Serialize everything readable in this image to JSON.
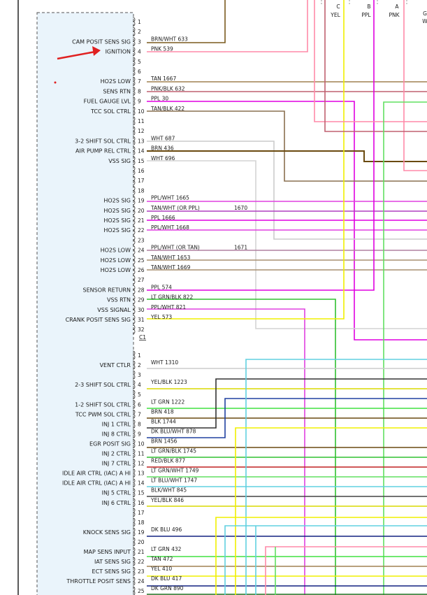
{
  "connector_top": {
    "label": "C1",
    "rows": [
      {
        "pin": "1",
        "name": "",
        "wire": ""
      },
      {
        "pin": "2",
        "name": "",
        "wire": ""
      },
      {
        "pin": "3",
        "name": "CAM POSIT SENS SIG",
        "wire": "BRN/WHT  633",
        "color": "#7a5a1e"
      },
      {
        "pin": "4",
        "name": "IGNITION",
        "wire": "PNK  539",
        "color": "#ff7f9f"
      },
      {
        "pin": "5",
        "name": "",
        "wire": ""
      },
      {
        "pin": "6",
        "name": "",
        "wire": ""
      },
      {
        "pin": "7",
        "name": "HO2S LOW",
        "wire": "TAN  1667",
        "color": "#a08050"
      },
      {
        "pin": "8",
        "name": "SENS RTN",
        "wire": "PNK/BLK   632",
        "color": "#c06070"
      },
      {
        "pin": "9",
        "name": "FUEL GAUGE LVL",
        "wire": "PPL    30",
        "color": "#e000e0"
      },
      {
        "pin": "10",
        "name": "TCC SOL CTRL",
        "wire": "TAN/BLK   422",
        "color": "#8a7050"
      },
      {
        "pin": "11",
        "name": "",
        "wire": ""
      },
      {
        "pin": "12",
        "name": "",
        "wire": ""
      },
      {
        "pin": "13",
        "name": "3-2 SHIFT SOL CTRL",
        "wire": "WHT  687",
        "color": "#c8c8c8"
      },
      {
        "pin": "14",
        "name": "AIR PUMP REL CTRL",
        "wire": "BRN  436",
        "color": "#6a4a10"
      },
      {
        "pin": "15",
        "name": "VSS SIG",
        "wire": "WHT  696",
        "color": "#d0d0d0"
      },
      {
        "pin": "16",
        "name": "",
        "wire": ""
      },
      {
        "pin": "17",
        "name": "",
        "wire": ""
      },
      {
        "pin": "18",
        "name": "",
        "wire": ""
      },
      {
        "pin": "19",
        "name": "HO2S SIG",
        "wire": "PPL/WHT    1665",
        "color": "#e040e0"
      },
      {
        "pin": "20",
        "name": "HO2S SIG",
        "wire": "TAN/WHT (OR PPL)",
        "wire2": "1670",
        "color": "#b040c0"
      },
      {
        "pin": "21",
        "name": "HO2S SIG",
        "wire": "PPL   1666",
        "color": "#e000e0"
      },
      {
        "pin": "22",
        "name": "HO2S SIG",
        "wire": "PPL/WHT   1668",
        "color": "#e040e0"
      },
      {
        "pin": "23",
        "name": "",
        "wire": ""
      },
      {
        "pin": "24",
        "name": "HO2S LOW",
        "wire": "PPL/WHT (OR TAN)",
        "wire2": "1671",
        "color": "#b080a0"
      },
      {
        "pin": "25",
        "name": "HO2S LOW",
        "wire": "TAN/WHT   1653",
        "color": "#a89070"
      },
      {
        "pin": "26",
        "name": "HO2S LOW",
        "wire": "TAN/WHT   1669",
        "color": "#a89070"
      },
      {
        "pin": "27",
        "name": "",
        "wire": ""
      },
      {
        "pin": "28",
        "name": "SENSOR RETURN",
        "wire": "PPL  574",
        "color": "#e000e0"
      },
      {
        "pin": "29",
        "name": "VSS RTN",
        "wire": "LT GRN/BLK    822",
        "color": "#30c030"
      },
      {
        "pin": "30",
        "name": "VSS SIGNAL",
        "wire": "PPL/WHT   821",
        "color": "#e040e0"
      },
      {
        "pin": "31",
        "name": "CRANK POSIT SENS SIG",
        "wire": "YEL  573",
        "color": "#f0f000"
      },
      {
        "pin": "32",
        "name": "",
        "wire": ""
      }
    ]
  },
  "connector_bottom": {
    "rows": [
      {
        "pin": "1",
        "name": "",
        "wire": ""
      },
      {
        "pin": "2",
        "name": "VENT CTLR",
        "wire": "WHT  1310",
        "color": "#c8c8c8"
      },
      {
        "pin": "3",
        "name": "",
        "wire": ""
      },
      {
        "pin": "4",
        "name": "2-3 SHIFT SOL CTRL",
        "wire": "YEL/BLK   1223",
        "color": "#d8d800"
      },
      {
        "pin": "5",
        "name": "",
        "wire": ""
      },
      {
        "pin": "6",
        "name": "1-2 SHIFT SOL CTRL",
        "wire": "LT GRN    1222",
        "color": "#40e040"
      },
      {
        "pin": "7",
        "name": "TCC PWM SOL CTRL",
        "wire": "BRN  418",
        "color": "#6a4a10"
      },
      {
        "pin": "8",
        "name": "INJ 1 CTRL",
        "wire": "BLK  1744",
        "color": "#222222"
      },
      {
        "pin": "9",
        "name": "INJ 8 CTRL",
        "wire": "DK BLU/WHT      878",
        "color": "#2040a0"
      },
      {
        "pin": "10",
        "name": "EGR POSIT SIG",
        "wire": "BRN  1456",
        "color": "#6a4a10"
      },
      {
        "pin": "11",
        "name": "INJ 2 CTRL",
        "wire": "LT GRN/BLK      1745",
        "color": "#30c030"
      },
      {
        "pin": "12",
        "name": "INJ 7 CTRL",
        "wire": "RED/BLK    877",
        "color": "#c02020"
      },
      {
        "pin": "13",
        "name": "IDLE AIR CTRL (IAC) A HI",
        "wire": "LT GRN/WHT    1749",
        "color": "#60e060"
      },
      {
        "pin": "14",
        "name": "IDLE AIR CTRL (IAC) A HI",
        "wire": "LT BLU/WHT    1747",
        "color": "#60d0e0"
      },
      {
        "pin": "15",
        "name": "INJ 5 CTRL",
        "wire": "BLK/WHT    845",
        "color": "#444444"
      },
      {
        "pin": "16",
        "name": "INJ 6 CTRL",
        "wire": "YEL/BLK   846",
        "color": "#d8d800"
      },
      {
        "pin": "17",
        "name": "",
        "wire": ""
      },
      {
        "pin": "18",
        "name": "",
        "wire": ""
      },
      {
        "pin": "19",
        "name": "KNOCK SENS SIG",
        "wire": "DK BLU    496",
        "color": "#102080"
      },
      {
        "pin": "20",
        "name": "",
        "wire": ""
      },
      {
        "pin": "21",
        "name": "MAP SENS INPUT",
        "wire": "LT GRN    432",
        "color": "#40e040"
      },
      {
        "pin": "22",
        "name": "IAT SENS SIG",
        "wire": "TAN  472",
        "color": "#a08050"
      },
      {
        "pin": "23",
        "name": "ECT SENS SIG",
        "wire": "YEL   410",
        "color": "#f0f000"
      },
      {
        "pin": "24",
        "name": "THROTTLE POSIT SENS",
        "wire": "DK BLU   417",
        "color": "#102080"
      },
      {
        "pin": "25",
        "name": "",
        "wire": "DK GRN    890",
        "color": "#207020"
      }
    ]
  },
  "top_columns": [
    {
      "letter": "C",
      "color_label": "YEL"
    },
    {
      "letter": "B",
      "color_label": "PPL"
    },
    {
      "letter": "A",
      "color_label": "PNK"
    },
    {
      "letter": "G",
      "color_label": "W"
    }
  ]
}
